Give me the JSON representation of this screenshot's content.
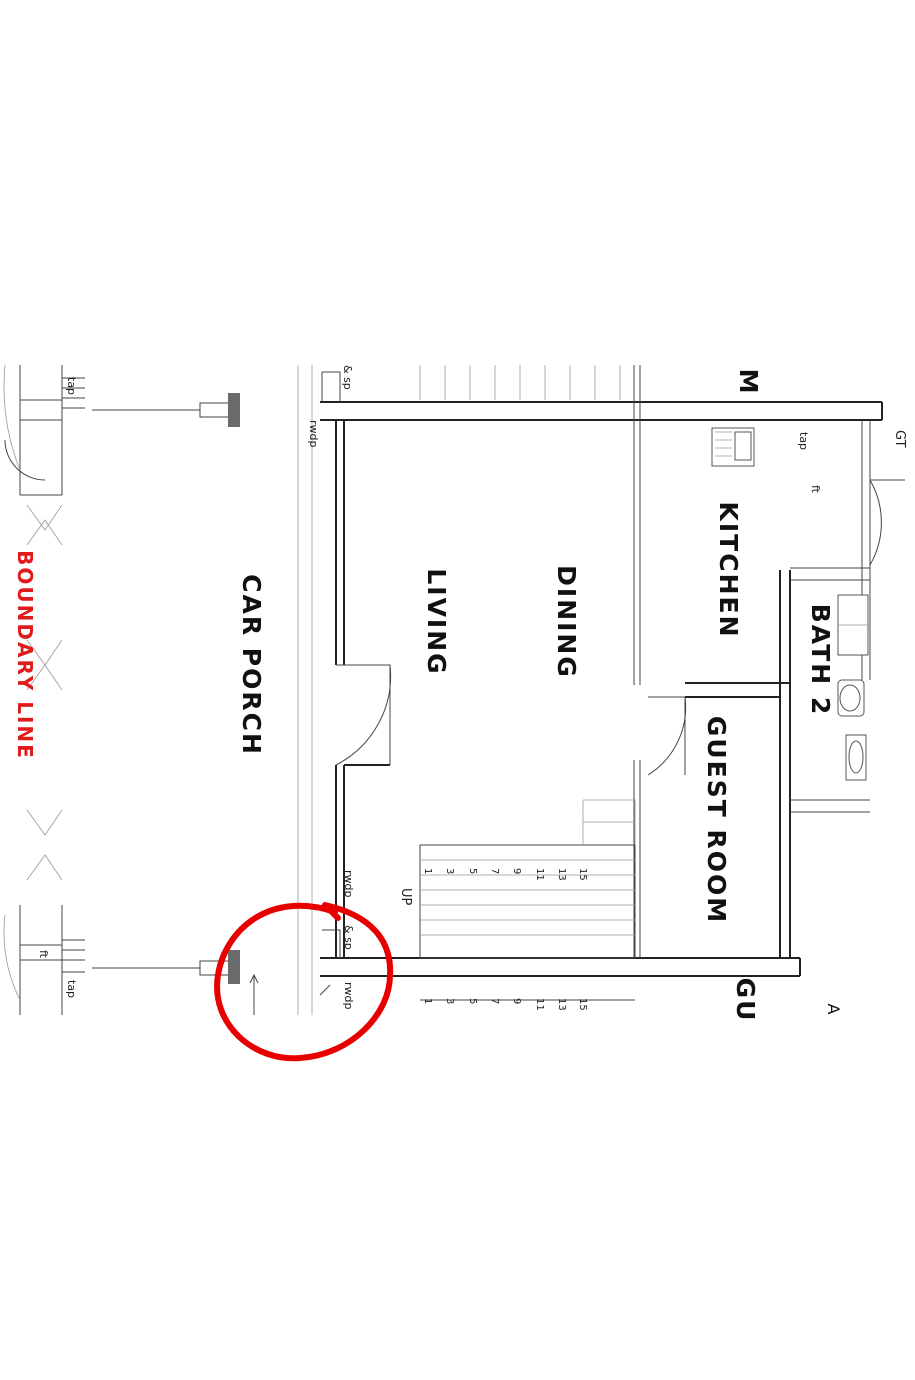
{
  "plan": {
    "rooms": {
      "car_porch": "CAR PORCH",
      "living": "LIVING",
      "dining": "DINING",
      "kitchen": "KITCHEN",
      "bath2": "BATH 2",
      "guest_room": "GUEST ROOM",
      "guest_cut": "GU",
      "cut_m": "M",
      "cut_a": "A"
    },
    "boundary_line": "BOUNDARY LINE",
    "labels": {
      "tap": "tap",
      "ft": "ft",
      "gt": "GT",
      "rwdp": "rwdp",
      "sp": "& sp",
      "up": "UP"
    },
    "stair_numbers_top": [
      "1",
      "3",
      "5",
      "7",
      "9",
      "11",
      "13",
      "15"
    ],
    "stair_numbers_bottom": [
      "1",
      "3",
      "5",
      "7",
      "9",
      "11",
      "13",
      "15"
    ]
  },
  "colors": {
    "boundary_text": "#e01b1b",
    "annotation_circle": "#e60000",
    "column": "#6b6b6b"
  }
}
